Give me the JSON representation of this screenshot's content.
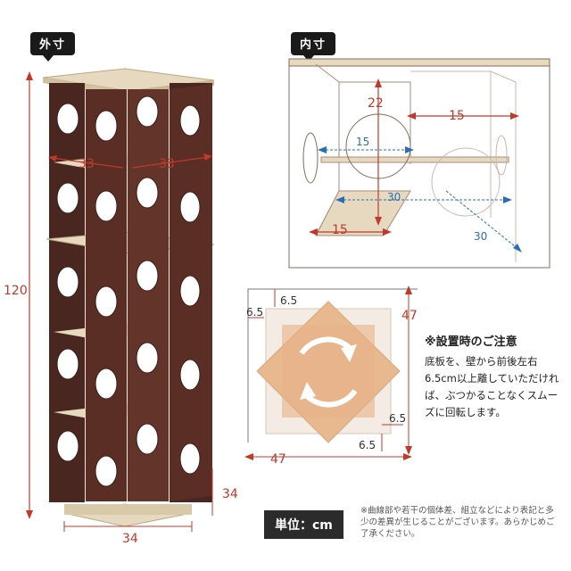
{
  "labels": {
    "outer": "外寸",
    "inner": "内寸"
  },
  "outer_dims": {
    "height": "120",
    "depth_left": "33",
    "depth_right": "33",
    "bottom_width": "34",
    "bottom_depth": "34"
  },
  "inner_dims": {
    "height": "22",
    "width_right": "15",
    "width_bottom": "15",
    "shelf_inner": "15",
    "depth": "30",
    "depth_right": "30"
  },
  "rotation_dims": {
    "top_left_v": "6.5",
    "top_left_h": "6.5",
    "right_total": "47",
    "bottom_total": "47",
    "bottom_right_h": "6.5",
    "bottom_right_v": "6.5"
  },
  "note": {
    "title": "※設置時のご注意",
    "body": "底板を、壁から前後左右6.5cm以上離していただければ、ぶつかることなくスムーズに回転します。"
  },
  "unit": "単位：cm",
  "footnote": "※曲線部や若干の個体差、組立などにより表記と多少の差異が生じることがございます。あらかじめご了承ください。",
  "colors": {
    "wood_dark": "#5a2e24",
    "wood_light": "#e6d9bf",
    "dim_red": "#c0392b",
    "dim_blue": "#2a6db5",
    "rotate_tan": "#e8b98f"
  }
}
